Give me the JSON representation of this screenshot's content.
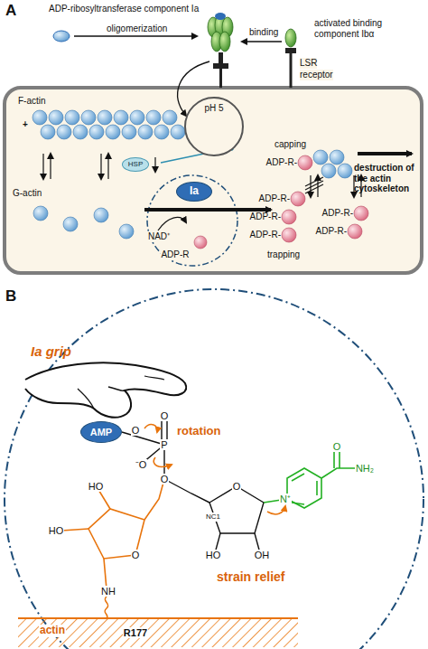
{
  "diagram": {
    "nodes": [
      {
        "text": [
          "pH 5"
        ]
      },
      {
        "text": [
          "HSP"
        ]
      },
      {
        "text": [
          "Ia"
        ]
      },
      {
        "text": [
          "AMP"
        ]
      }
    ],
    "labels": [
      "A",
      "ADP-ribosyltransferase component Ia",
      "oligomerization",
      "binding",
      "activated binding component Ibα",
      "LSR",
      "receptor",
      "F-actin",
      "+",
      "-",
      "G-actin",
      "capping",
      "ADP-R-",
      "destruction of the actin cytoskeleton",
      "NAD⁺",
      "ADP-R",
      "ADP-R-",
      "ADP-R-",
      "ADP-R-",
      "ADP-R-",
      "ADP-R-",
      "trapping",
      "B",
      "Ia grip",
      "rotation",
      "strain relief",
      "actin",
      "R177",
      "NC1",
      "O",
      "P",
      "O",
      "⁻O",
      "O",
      "O",
      "N⁺",
      "O",
      "NH₂",
      "HO",
      "OH",
      "O",
      "HO",
      "HO",
      "NH"
    ]
  }
}
